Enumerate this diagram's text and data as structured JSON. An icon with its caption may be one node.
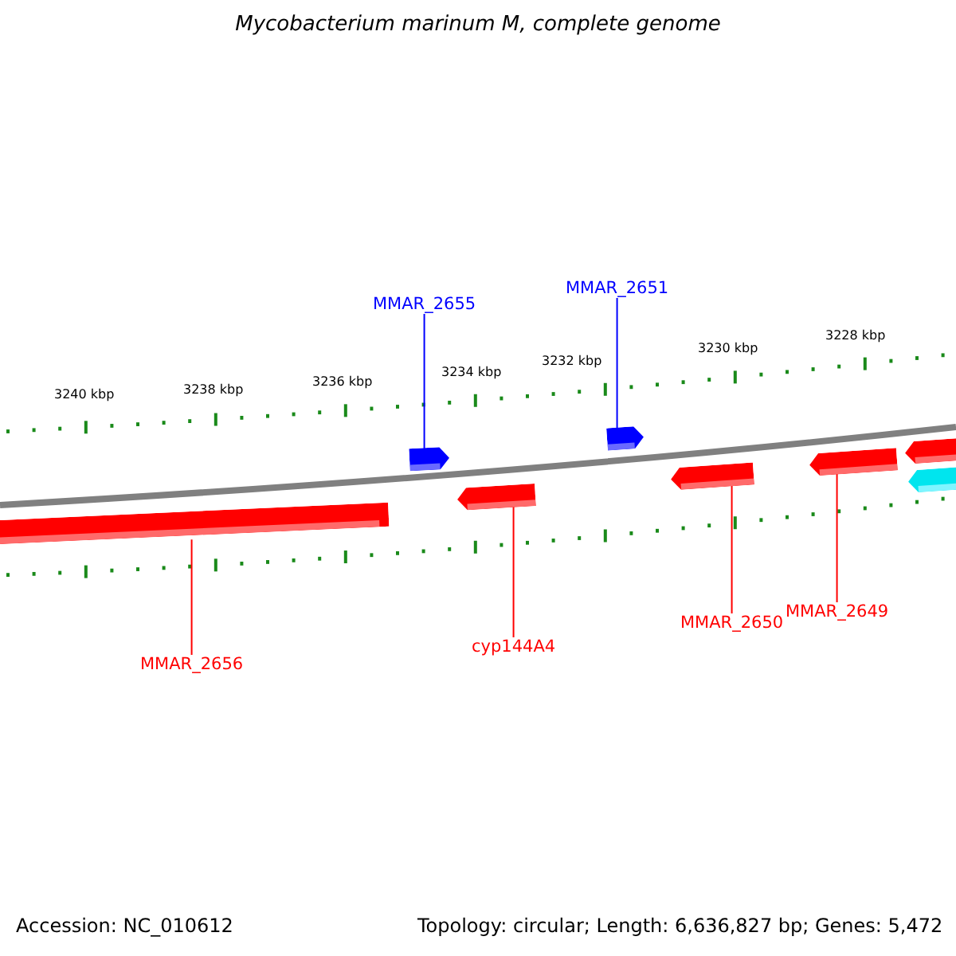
{
  "diagram": {
    "title": "Mycobacterium marinum M, complete genome",
    "nodes": [
      {
        "text": [
          "MMAR_2655"
        ]
      },
      {
        "text": [
          "MMAR_2651"
        ]
      },
      {
        "text": [],
        "shape": "pentagon"
      },
      {
        "text": [],
        "shape": "pentagon"
      },
      {
        "text": [],
        "shape": "bar"
      },
      {
        "text": [],
        "shape": "pentagon"
      },
      {
        "text": [],
        "shape": "pentagon"
      },
      {
        "text": [],
        "shape": "pentagon"
      },
      {
        "text": [
          "MMAR_2656"
        ]
      },
      {
        "text": [
          "cyp144A4"
        ]
      },
      {
        "text": [
          "MMAR_2650"
        ]
      },
      {
        "text": [
          "MMAR_2649"
        ]
      }
    ],
    "edges": [
      {
        "from": 0,
        "to": 2,
        "arrow": "none",
        "color": "#0000ff"
      },
      {
        "from": 1,
        "to": 3,
        "arrow": "none",
        "color": "#0000ff"
      },
      {
        "from": 8,
        "to": 4,
        "arrow": "none"
      },
      {
        "from": 9,
        "to": 5,
        "arrow": "none"
      },
      {
        "from": 10,
        "to": 6,
        "arrow": "none"
      },
      {
        "from": 11,
        "to": 7,
        "arrow": "none"
      }
    ],
    "labels": [
      "3240 kbp",
      "3238 kbp",
      "3236 kbp",
      "3234 kbp",
      "3232 kbp",
      "3230 kbp",
      "3228 kbp",
      "Accession: NC_010612",
      "Topology: circular; Length: 6,636,827 bp; Genes: 5,472"
    ]
  }
}
